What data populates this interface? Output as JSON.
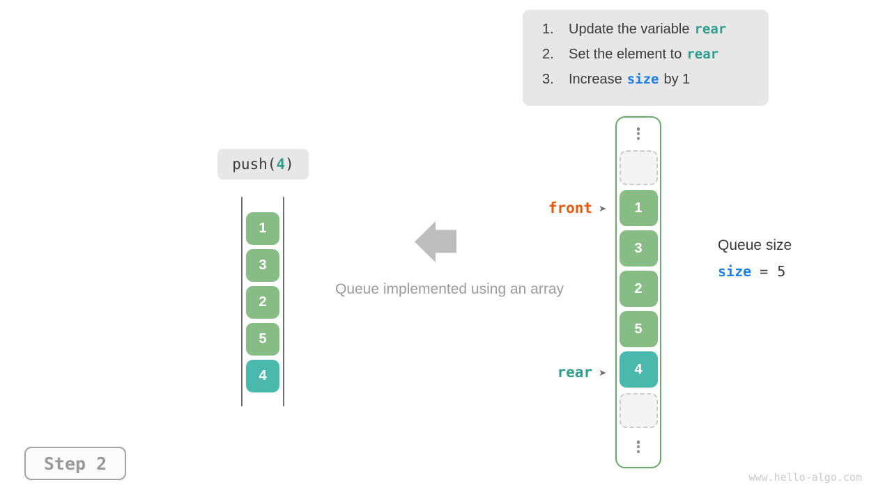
{
  "colors": {
    "code_teal": "#2e9e8f",
    "code_blue": "#1a80e8",
    "front_orange": "#e8590c",
    "box_green": "#87bd84",
    "box_teal": "#4bb8ae",
    "container_border_green": "#69aa69",
    "text_dark": "#3b3b3b",
    "text_gray": "#9b9b9b",
    "arrow_gray": "#bdbdbd"
  },
  "instructions": {
    "items": [
      {
        "num": "1.",
        "pre": "Update the variable",
        "code": "rear",
        "post": ""
      },
      {
        "num": "2.",
        "pre": "Set the element to",
        "code": "rear",
        "post": ""
      },
      {
        "num": "3.",
        "pre": "Increase",
        "code": "size",
        "post": "by 1"
      }
    ]
  },
  "push_label": {
    "fn": "push(",
    "arg": "4",
    "close": ")"
  },
  "left_array": {
    "values": [
      "1",
      "3",
      "2",
      "5",
      "4"
    ]
  },
  "center": {
    "caption": "Queue implemented using an array"
  },
  "right_array": {
    "values": [
      "1",
      "3",
      "2",
      "5",
      "4"
    ],
    "front_label": "front",
    "rear_label": "rear",
    "pointer_arrow": "➤"
  },
  "queue_size": {
    "title": "Queue size",
    "var_name": "size",
    "equals": "=",
    "value": "5"
  },
  "step_label": "Step 2",
  "watermark": "www.hello-algo.com"
}
